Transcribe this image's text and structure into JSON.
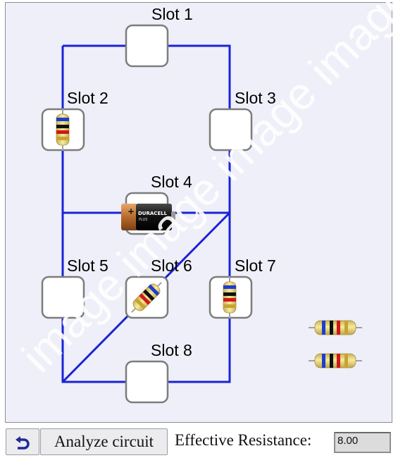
{
  "watermark": "image image image image",
  "slots": [
    {
      "label": "Slot 1",
      "content": "empty"
    },
    {
      "label": "Slot 2",
      "content": "resistor"
    },
    {
      "label": "Slot 3",
      "content": "empty"
    },
    {
      "label": "Slot 4",
      "content": "battery"
    },
    {
      "label": "Slot 5",
      "content": "empty"
    },
    {
      "label": "Slot 6",
      "content": "resistor"
    },
    {
      "label": "Slot 7",
      "content": "resistor"
    },
    {
      "label": "Slot 8",
      "content": "empty"
    }
  ],
  "battery": {
    "brand": "DURACELL",
    "sub": "PLUS",
    "plus_sign": "+"
  },
  "wire_color": "#1a23d8",
  "spare_parts": [
    {
      "type": "resistor"
    },
    {
      "type": "resistor"
    }
  ],
  "toolbar": {
    "undo_icon": "undo-arrow-icon",
    "analyze_label": "Analyze circuit",
    "effective_label": "Effective Resistance:",
    "effective_value": "8.00"
  }
}
